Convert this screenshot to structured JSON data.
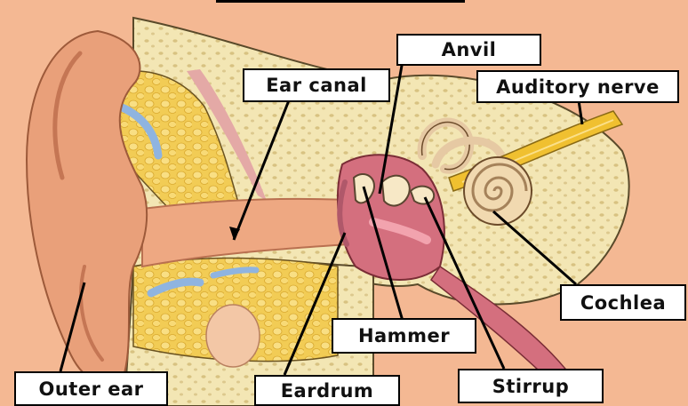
{
  "diagram": {
    "labels": {
      "anvil": "Anvil",
      "ear_canal": "Ear canal",
      "auditory_nerve": "Auditory nerve",
      "cochlea": "Cochlea",
      "hammer": "Hammer",
      "outer_ear": "Outer ear",
      "eardrum": "Eardrum",
      "stirrup": "Stirrup"
    }
  },
  "colors": {
    "background": "#f4b893",
    "skin": "#e9a07a",
    "bone": "#f3e6b4",
    "fat": "#f2cc55",
    "blue": "#8fb4e0",
    "pink": "#d46f7e",
    "nerve": "#f0c030"
  }
}
